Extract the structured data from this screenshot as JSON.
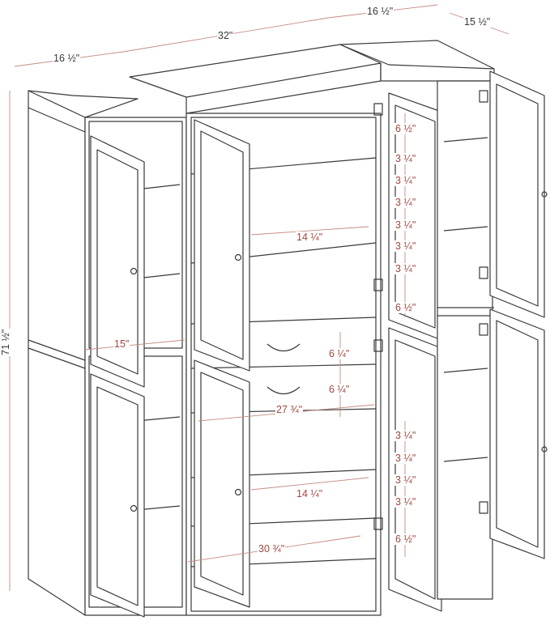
{
  "colors": {
    "line": "#3a3a3a",
    "dimension": "#c48a82",
    "label_red": "#a0483e",
    "label_dark": "#3a3a3a"
  },
  "top_dims": {
    "left_depth": "16 ½\"",
    "center_width": "32\"",
    "right_width": "16 ½\"",
    "right_depth": "15 ½\""
  },
  "height": "71 ½\"",
  "left_cabinet": {
    "inner_width": "15\""
  },
  "upper_center": {
    "shelf_width": "14 ¼\""
  },
  "upper_right_spacing": [
    "6 ½\"",
    "3 ¼\"",
    "3 ¼\"",
    "3 ¼\"",
    "3 ¼\"",
    "3 ¼\"",
    "3 ¼\"",
    "6 ½\""
  ],
  "drawers": [
    "6 ¼\"",
    "6 ¼\""
  ],
  "drawer_width": "27 ¾\"",
  "lower_center": {
    "shelf_width": "14 ¼\"",
    "base_width": "30 ¾\""
  },
  "lower_right_spacing": [
    "3 ¼\"",
    "3 ¼\"",
    "3 ¼\"",
    "3 ¼\"",
    "6 ½\""
  ]
}
